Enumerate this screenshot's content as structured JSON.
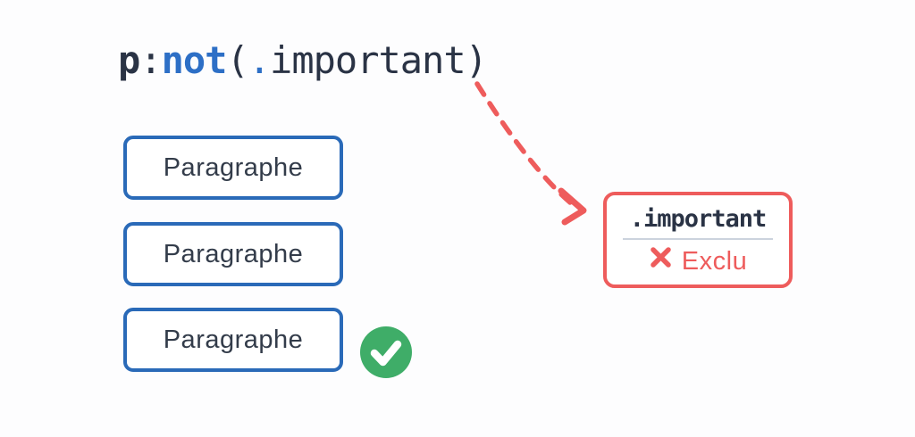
{
  "colors": {
    "background": "#fdfdfe",
    "navy": "#2a3345",
    "text": "#333c4a",
    "blue_border": "#2a6ab8",
    "code_blue": "#2d6fc6",
    "coral": "#ee5c5c",
    "green": "#3fad68",
    "divider": "#ccd3dd"
  },
  "code": {
    "parts": [
      {
        "text": "p",
        "role": "element"
      },
      {
        "text": ":",
        "role": "punctuation"
      },
      {
        "text": "not",
        "role": "keyword"
      },
      {
        "text": "(",
        "role": "punctuation"
      },
      {
        "text": ".",
        "role": "class-dot"
      },
      {
        "text": "important",
        "role": "identifier"
      },
      {
        "text": ")",
        "role": "punctuation"
      }
    ]
  },
  "boxes": {
    "items": [
      {
        "label": "Paragraphe",
        "selected": true
      },
      {
        "label": "Paragraphe",
        "selected": true
      },
      {
        "label": "Paragraphe",
        "selected": true
      }
    ]
  },
  "excluded": {
    "class_label": ".important",
    "status_label": "Exclu"
  },
  "icons": {
    "check": "check-icon",
    "x": "x-icon",
    "arrow": "dashed-arrow-icon"
  }
}
